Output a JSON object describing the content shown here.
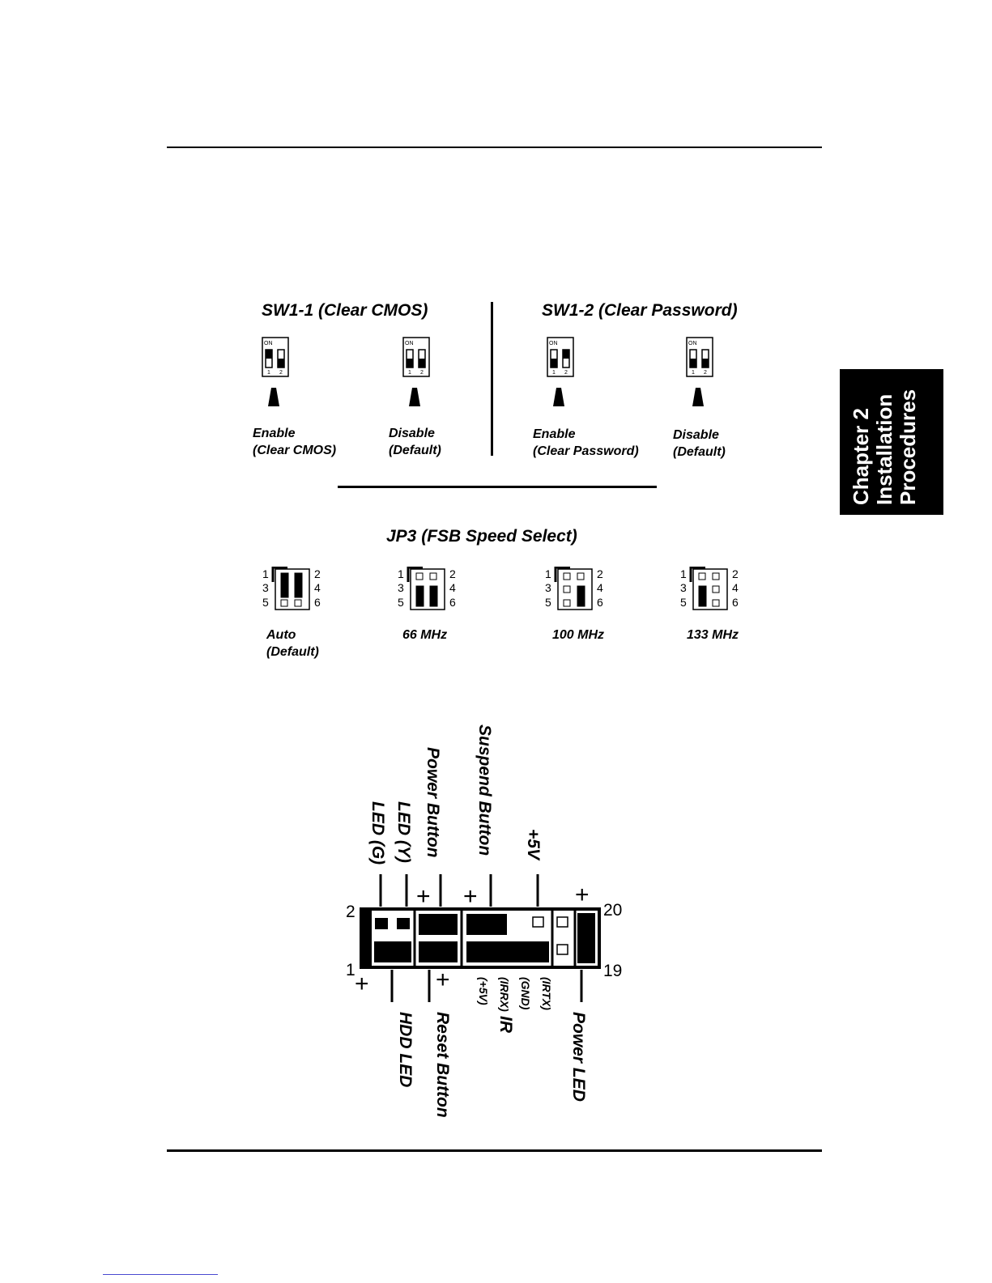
{
  "sidebar_tab": {
    "lines": [
      "Chapter 2",
      "Installation",
      "Procedures"
    ]
  },
  "sw1_1": {
    "title": "SW1-1 (Clear CMOS)",
    "dip_on_label": "ON",
    "dip_pin_labels": [
      "1",
      "2"
    ],
    "settings": [
      {
        "line1": "Enable",
        "line2": "(Clear CMOS)",
        "switch1": "on",
        "switch2": "off"
      },
      {
        "line1": "Disable",
        "line2": "(Default)",
        "switch1": "off",
        "switch2": "off"
      }
    ]
  },
  "sw1_2": {
    "title": "SW1-2 (Clear Password)",
    "settings": [
      {
        "line1": "Enable",
        "line2": "(Clear Password)",
        "switch1": "off",
        "switch2": "on"
      },
      {
        "line1": "Disable",
        "line2": "(Default)",
        "switch1": "off",
        "switch2": "off"
      }
    ]
  },
  "jp3": {
    "title": "JP3 (FSB Speed Select)",
    "pin_labels_left": [
      "1",
      "3",
      "5"
    ],
    "pin_labels_right": [
      "2",
      "4",
      "6"
    ],
    "settings": [
      {
        "line1": "Auto",
        "line2": "(Default)",
        "caps": [
          "3-4 columns"
        ]
      },
      {
        "line1": "66 MHz",
        "line2": ""
      },
      {
        "line1": "100 MHz",
        "line2": ""
      },
      {
        "line1": "133 MHz",
        "line2": ""
      }
    ]
  },
  "front_panel": {
    "top_labels": [
      "LED (G)",
      "LED (Y)",
      "Power Button",
      "Suspend Button",
      "+5V"
    ],
    "bottom_labels": [
      "HDD LED",
      "Reset Button",
      "(+5V)",
      "(IRRX)",
      "(GND)",
      "(IRTX)",
      "IR",
      "Power LED"
    ],
    "pin_numbers": {
      "top_left": "2",
      "bottom_left": "1",
      "top_right": "20",
      "bottom_right": "19"
    },
    "plus": "+"
  }
}
